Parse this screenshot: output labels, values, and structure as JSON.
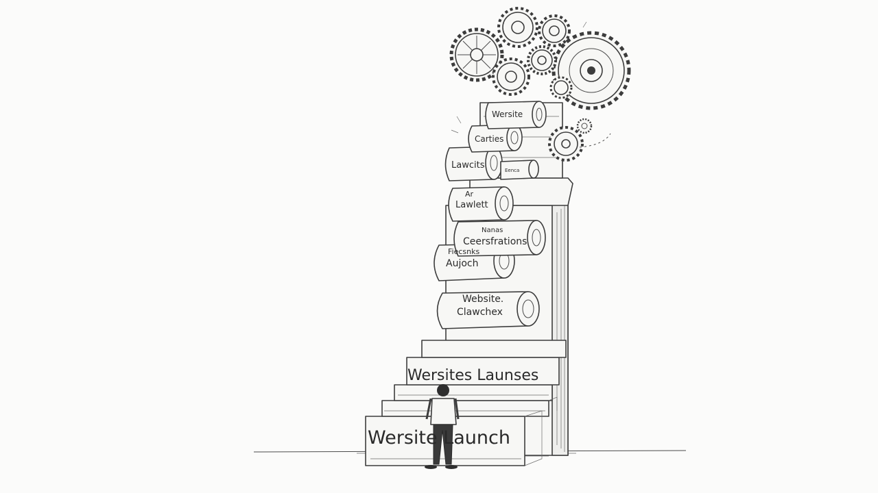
{
  "labels": {
    "step_bottom": "Wersite Launch",
    "step_middle": "Wersites Launses",
    "scroll_1_line1": "Website.",
    "scroll_1_line2": "Clawchex",
    "scroll_2_line1": "Fiecsnks",
    "scroll_2_line2": "Aujoch",
    "scroll_3_line1": "Nanas",
    "scroll_3_line2": "Ceersfrations",
    "scroll_4_line1": "Ar",
    "scroll_4_line2": "Lawlett",
    "scroll_5": "Lawcits",
    "scroll_6": "Carties",
    "scroll_7": "Wersite",
    "scroll_small": "Eenca"
  }
}
